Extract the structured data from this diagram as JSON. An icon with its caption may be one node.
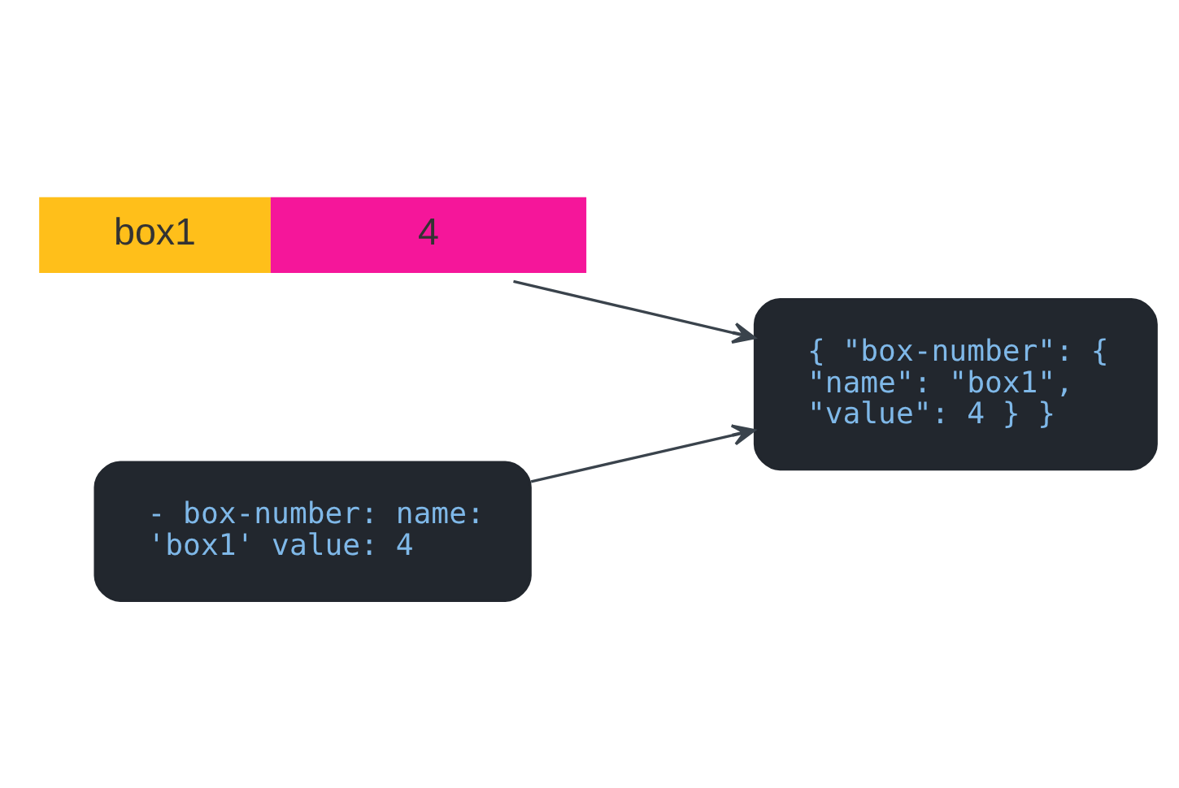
{
  "diagram": {
    "nodes": [
      {
        "text": [
          "box1",
          "4"
        ]
      },
      {
        "text": [
          "{ \"box-number\": { \"name\": \"box1\", \"value\": 4 } }"
        ]
      },
      {
        "text": [
          "- box-number: name: 'box1' value: 4"
        ]
      }
    ],
    "edges": [
      {
        "from": 0,
        "to": 1,
        "arrow": "to"
      },
      {
        "from": 2,
        "to": 1,
        "arrow": "to"
      }
    ]
  }
}
